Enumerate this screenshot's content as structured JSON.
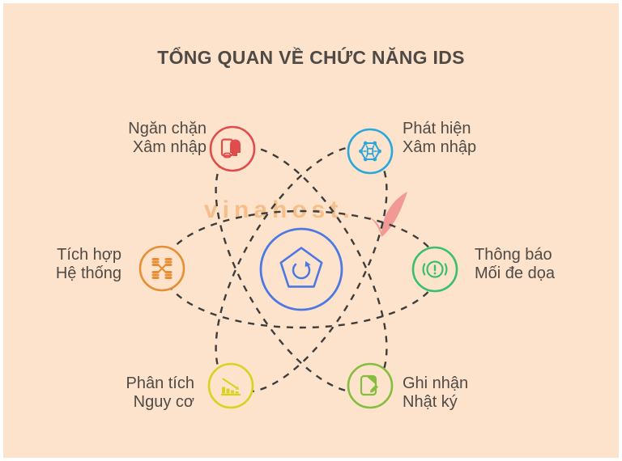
{
  "title": "TỔNG QUAN VỀ CHỨC NĂNG IDS",
  "watermark": {
    "text": "vinahost.",
    "icon": "check-icon",
    "text_color": "#ed9949",
    "check_color": "#ee8c8c"
  },
  "colors": {
    "background": "#fde3cb",
    "frame": "#ffffff",
    "text": "#4f4a45",
    "orbit_dash": "#3c3c3c"
  },
  "center": {
    "icon": "pentagon-refresh-icon",
    "color": "#4d78e3"
  },
  "nodes": [
    {
      "id": "ngan-chan",
      "line1": "Ngăn chặn",
      "line2": "Xâm nhập",
      "icon": "phone-shield-icon",
      "color": "#df4c4c",
      "label_side": "left"
    },
    {
      "id": "phat-hien",
      "line1": "Phát hiện",
      "line2": "Xâm nhập",
      "icon": "network-hexagon-icon",
      "color": "#27a7dd",
      "label_side": "right"
    },
    {
      "id": "tich-hop",
      "line1": "Tích hợp",
      "line2": "Hệ thống",
      "icon": "database-cluster-icon",
      "color": "#e78e33",
      "label_side": "left"
    },
    {
      "id": "thong-bao",
      "line1": "Thông báo",
      "line2": "Mối đe dọa",
      "icon": "threat-alert-icon",
      "color": "#39bf6c",
      "label_side": "right"
    },
    {
      "id": "phan-tich",
      "line1": "Phân tích",
      "line2": "Nguy cơ",
      "icon": "declining-chart-icon",
      "color": "#d9d21f",
      "label_side": "left"
    },
    {
      "id": "ghi-nhan",
      "line1": "Ghi nhận",
      "line2": "Nhật ký",
      "icon": "journal-pencil-icon",
      "color": "#85bd3e",
      "label_side": "right"
    }
  ]
}
